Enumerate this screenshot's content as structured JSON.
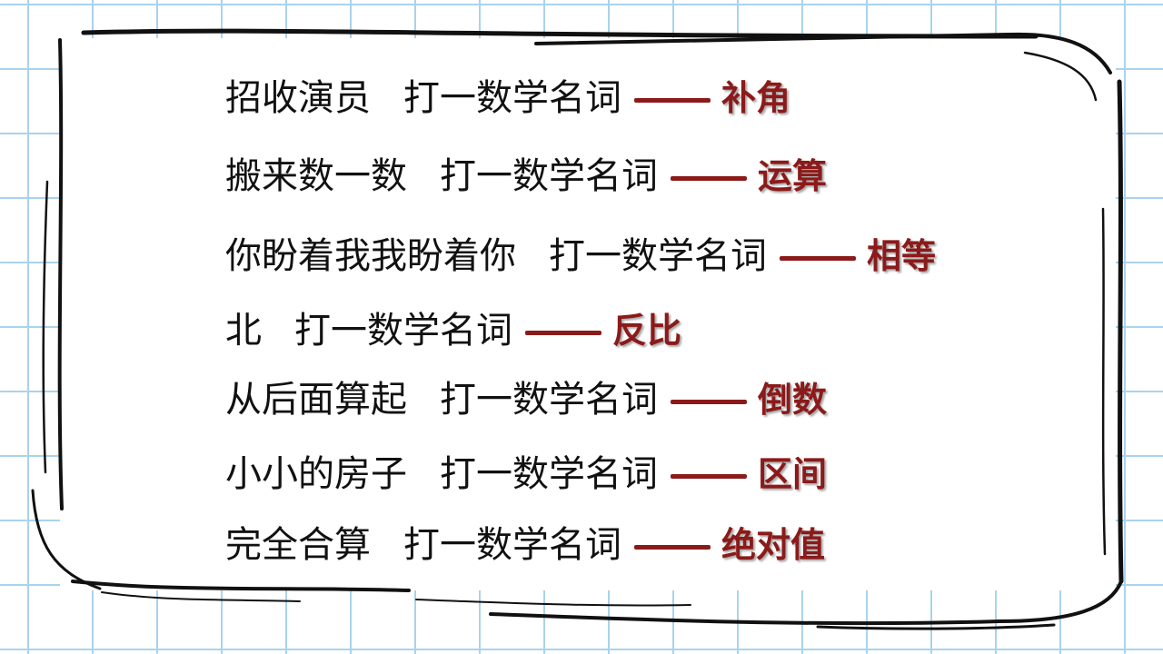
{
  "riddles": [
    {
      "question": "招收演员",
      "hint": "打一数学名词",
      "answer": "补角"
    },
    {
      "question": "搬来数一数",
      "hint": "打一数学名词",
      "answer": "运算"
    },
    {
      "question": "你盼着我我盼着你",
      "hint": "打一数学名词",
      "answer": "相等"
    },
    {
      "question": "北",
      "hint": "打一数学名词",
      "answer": "反比"
    },
    {
      "question": "从后面算起",
      "hint": "打一数学名词",
      "answer": "倒数"
    },
    {
      "question": "小小的房子",
      "hint": "打一数学名词",
      "answer": "区间"
    },
    {
      "question": "完全合算",
      "hint": "打一数学名词",
      "answer": "绝对值"
    }
  ],
  "colors": {
    "answer": "#8b1a1a",
    "grid": "#a9d3ec",
    "ink": "#111111"
  }
}
